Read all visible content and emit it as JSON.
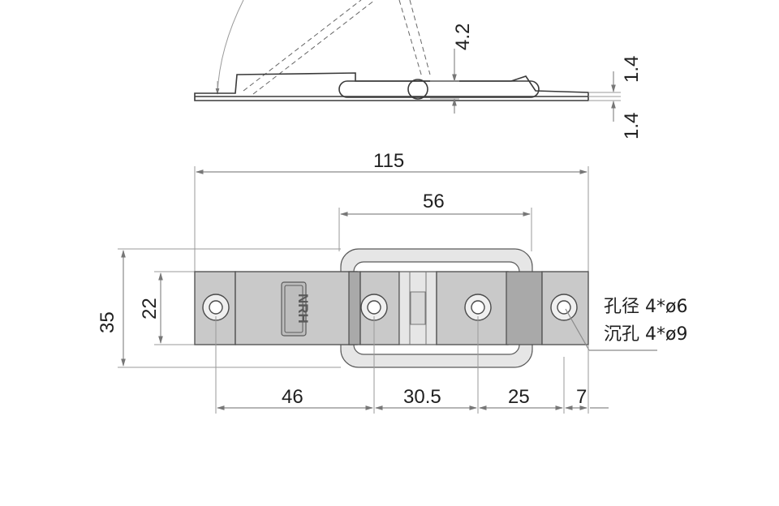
{
  "dimensions": {
    "h_thickness": "4.2",
    "plate_t1": "1.4",
    "plate_t2": "1.4",
    "overall_length": "115",
    "loop_width": "56",
    "overall_height": "35",
    "plate_height": "22",
    "pitch_1": "46",
    "pitch_2": "30.5",
    "pitch_3": "25",
    "edge_offset": "7"
  },
  "notes": {
    "hole_dia": "孔径 4*ø6",
    "countersink": "沉孔 4*ø9"
  },
  "logo_text": "NRH"
}
